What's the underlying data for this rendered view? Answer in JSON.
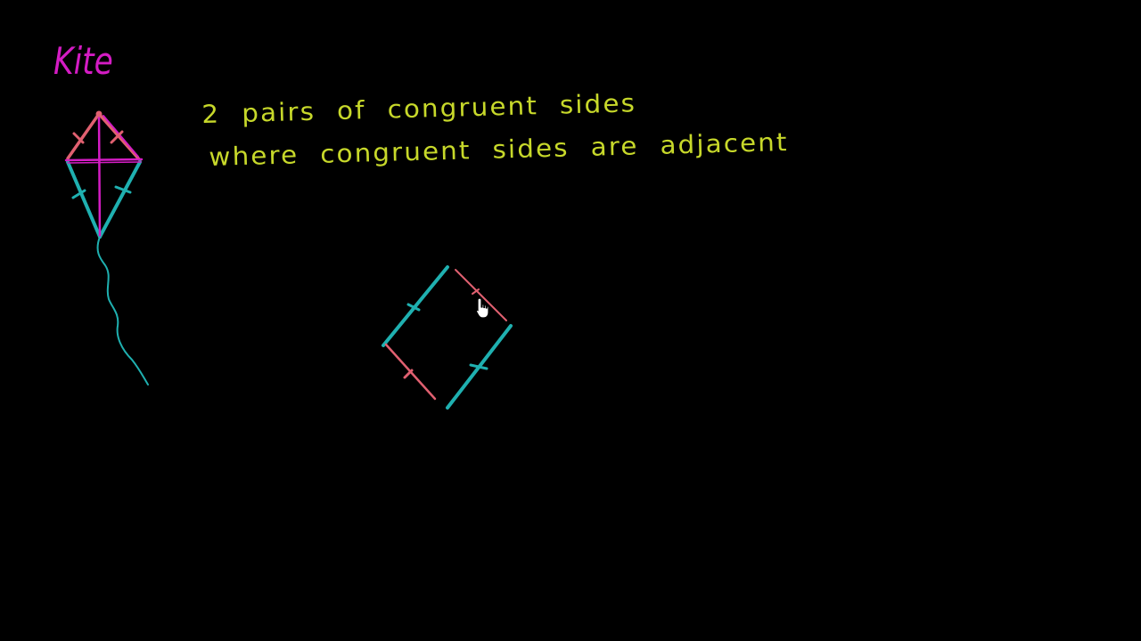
{
  "board": {
    "background": "#000000",
    "title": "Kite",
    "line1": "2 pairs of congruent sides",
    "line2": "where congruent sides are adjacent"
  },
  "colors": {
    "title": "#d41cc4",
    "text": "#c7d82a",
    "pink_sides": "#e06070",
    "teal_sides": "#1fb0b0",
    "diagonals": "#d41cc4",
    "cursor_fill": "#ffffff",
    "cursor_stroke": "#000000"
  },
  "icons": {
    "cursor": "hand-pointer-icon"
  }
}
